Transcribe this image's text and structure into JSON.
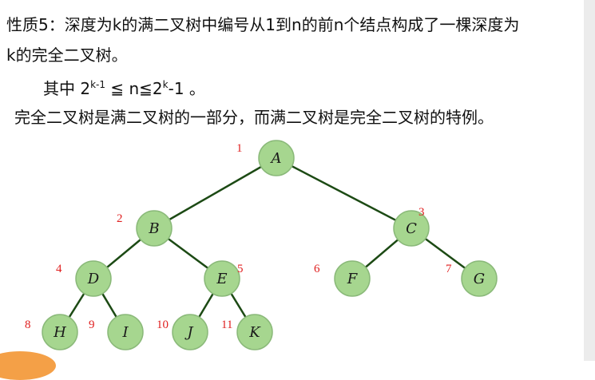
{
  "text": {
    "line1": "性质5：深度为k的满二叉树中编号从1到n的前n个结点构成了一棵深度为",
    "line2": "k的完全二叉树。",
    "line3_prefix": "其中  2",
    "line3_sup1": "k-1",
    "line3_mid": " ≦ n≦2",
    "line3_sup2": "k",
    "line3_suffix": "-1  。",
    "line4": "完全二叉树是满二叉树的一部分，而满二叉树是完全二叉树的特例。"
  },
  "colors": {
    "node_fill": "#a6d68f",
    "edge": "#1c4a14",
    "number": "#e02020"
  },
  "tree": {
    "nodes": [
      {
        "id": "A",
        "label": "A",
        "number": "1"
      },
      {
        "id": "B",
        "label": "B",
        "number": "2"
      },
      {
        "id": "C",
        "label": "C",
        "number": "3"
      },
      {
        "id": "D",
        "label": "D",
        "number": "4"
      },
      {
        "id": "E",
        "label": "E",
        "number": "5"
      },
      {
        "id": "F",
        "label": "F",
        "number": "6"
      },
      {
        "id": "G",
        "label": "G",
        "number": "7"
      },
      {
        "id": "H",
        "label": "H",
        "number": "8"
      },
      {
        "id": "I",
        "label": "I",
        "number": "9"
      },
      {
        "id": "J",
        "label": "J",
        "number": "10"
      },
      {
        "id": "K",
        "label": "K",
        "number": "11"
      }
    ],
    "edges": [
      [
        "A",
        "B"
      ],
      [
        "A",
        "C"
      ],
      [
        "B",
        "D"
      ],
      [
        "B",
        "E"
      ],
      [
        "C",
        "F"
      ],
      [
        "C",
        "G"
      ],
      [
        "D",
        "H"
      ],
      [
        "D",
        "I"
      ],
      [
        "E",
        "J"
      ],
      [
        "E",
        "K"
      ]
    ]
  }
}
